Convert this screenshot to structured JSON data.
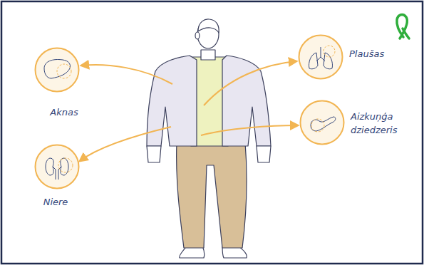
{
  "diagram": {
    "nodes": [
      {
        "text": [
          "Aknas"
        ]
      },
      {
        "text": [
          "Plaušas"
        ]
      },
      {
        "text": [
          "Aizkuņģa dziedzeris"
        ]
      },
      {
        "text": [
          "Niere"
        ]
      }
    ]
  }
}
